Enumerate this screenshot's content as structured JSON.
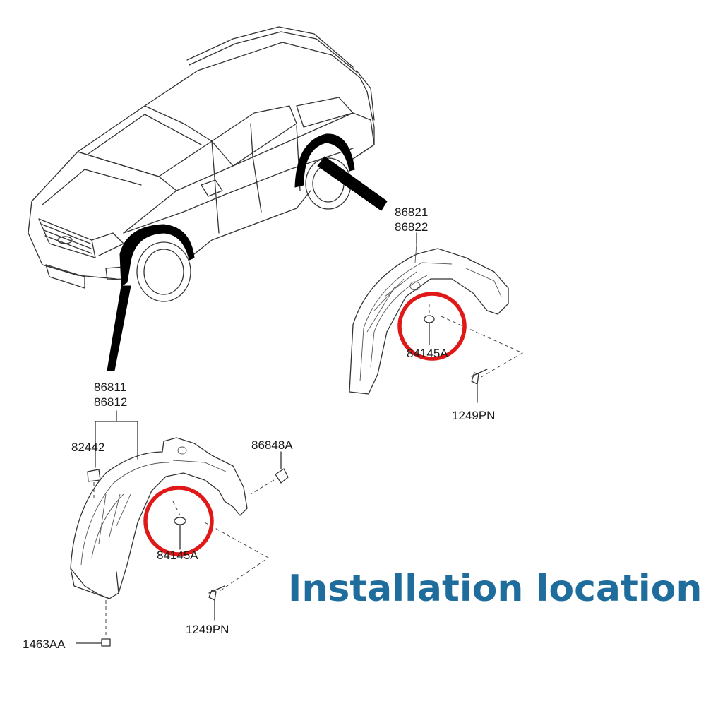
{
  "labels": {
    "rear_part_a": "86821",
    "rear_part_b": "86822",
    "front_part_a": "86811",
    "front_part_b": "86812",
    "clip_82442": "82442",
    "clip_86848a": "86848A",
    "nut_front": "84145A",
    "nut_rear": "84145A",
    "screw_front": "1249PN",
    "screw_rear": "1249PN",
    "bolt_1463aa": "1463AA"
  },
  "title": "Installation location",
  "colors": {
    "title": "#1f6d9c",
    "highlight_circle": "#e01818",
    "line_art": "#333333",
    "leader": "#000000"
  }
}
